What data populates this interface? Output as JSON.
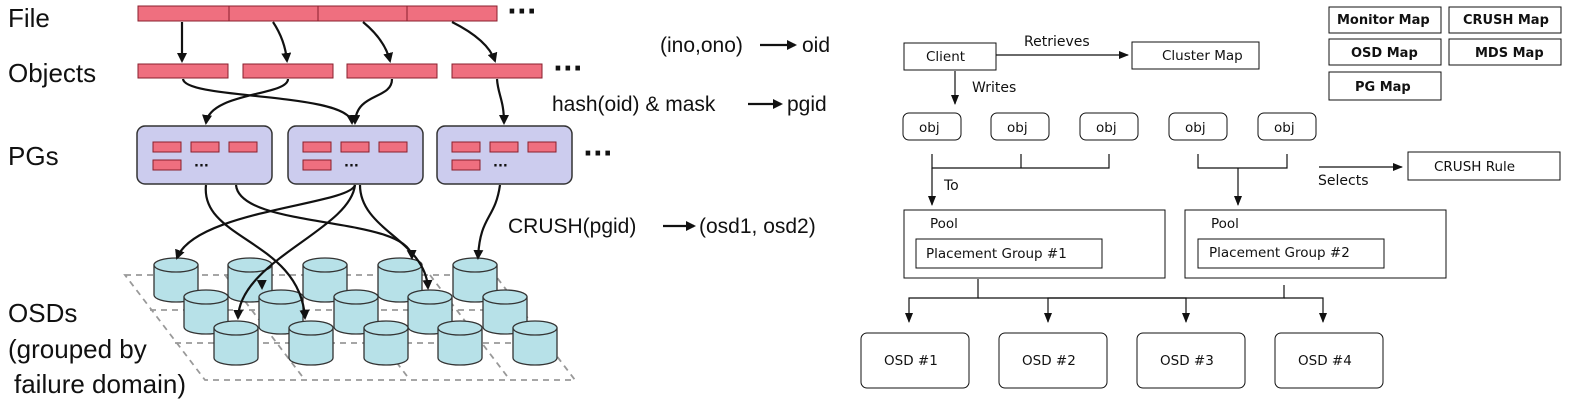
{
  "left": {
    "row_labels": {
      "file": "File",
      "objects": "Objects",
      "pgs": "PGs",
      "osds_line1": "OSDs",
      "osds_line2": "(grouped by",
      "osds_line3": "failure domain)"
    },
    "formulas": {
      "oid_lhs": "(ino,ono)",
      "oid_rhs": "oid",
      "pgid_lhs": "hash(oid) & mask",
      "pgid_rhs": "pgid",
      "crush_lhs": "CRUSH(pgid)",
      "crush_rhs": "(osd1, osd2)"
    },
    "ellipsis": "···",
    "pg_inner_ellipsis": "···",
    "colors": {
      "object_fill": "#ef6f7f",
      "pg_fill": "#ccccee",
      "osd_fill": "#b7e1e8"
    }
  },
  "right": {
    "client": "Client",
    "retrieves": "Retrieves",
    "cluster_map": "Cluster Map",
    "writes": "Writes",
    "obj_label": "obj",
    "to": "To",
    "selects": "Selects",
    "crush_rule": "CRUSH Rule",
    "maps": [
      "Monitor Map",
      "CRUSH Map",
      "OSD Map",
      "MDS Map",
      "PG Map"
    ],
    "pools": [
      {
        "title": "Pool",
        "pg": "Placement Group #1"
      },
      {
        "title": "Pool",
        "pg": "Placement Group #2"
      }
    ],
    "osds": [
      "OSD #1",
      "OSD #2",
      "OSD #3",
      "OSD #4"
    ]
  }
}
